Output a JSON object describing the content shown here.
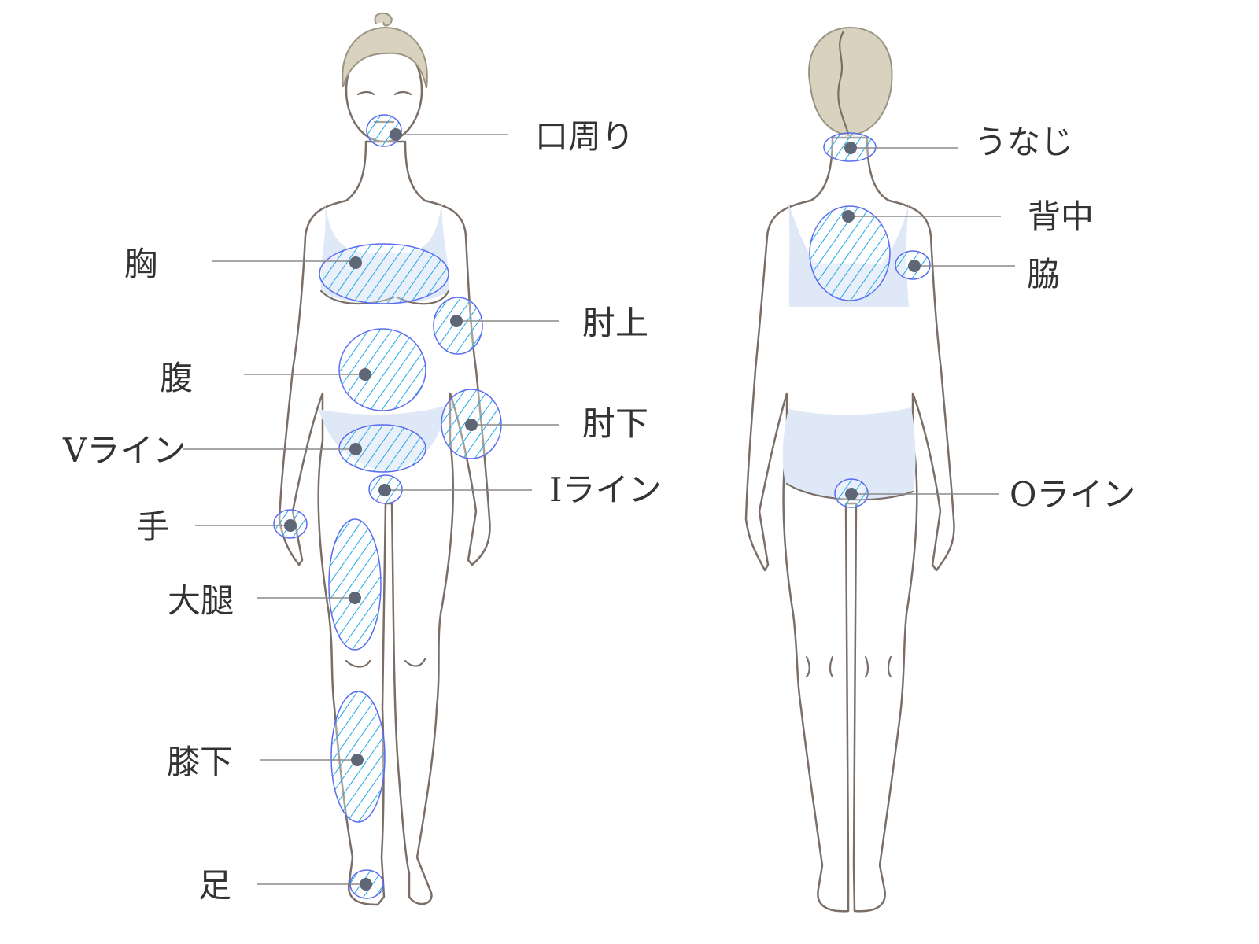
{
  "title": "Body hair removal areas diagram",
  "colors": {
    "hatch": "#1fa8e8",
    "zone_border": "#5a6cf0",
    "dot": "#5f6676",
    "underwear": "#dfe8f7",
    "outline": "#7a6e66"
  },
  "front_labels": {
    "mouth": "口周り",
    "chest": "胸",
    "upper_arm": "肘上",
    "abdomen": "腹",
    "forearm": "肘下",
    "v_line": "Vライン",
    "i_line": "Iライン",
    "hand": "手",
    "thigh": "大腿",
    "lower_leg": "膝下",
    "foot": "足"
  },
  "back_labels": {
    "nape": "うなじ",
    "back": "背中",
    "underarm": "脇",
    "o_line": "Oライン"
  }
}
